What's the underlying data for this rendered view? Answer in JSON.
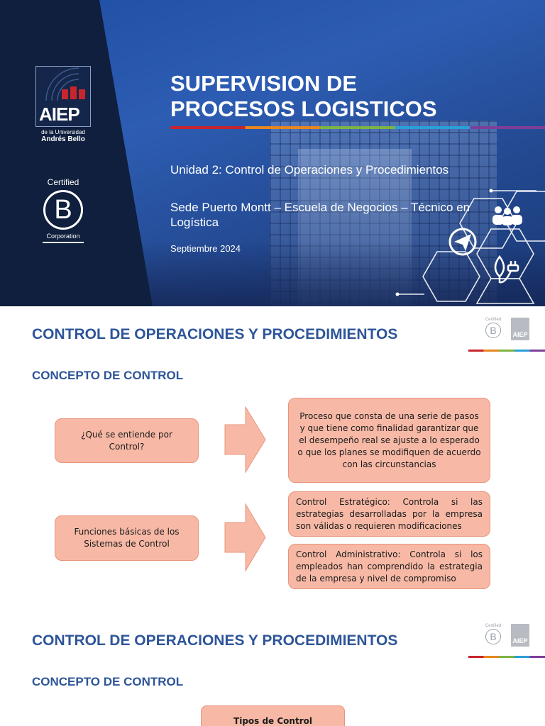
{
  "slide1": {
    "logo": {
      "brand": "AIEP",
      "sub1": "de la Universidad",
      "sub2": "Andrés Bello"
    },
    "bcorp": {
      "certified": "Certified",
      "letter": "B",
      "corporation": "Corporation"
    },
    "title_line1": "SUPERVISION DE",
    "title_line2": "PROCESOS LOGISTICOS",
    "unit": "Unidad 2: Control de Operaciones y Procedimientos",
    "sede": "Sede Puerto Montt – Escuela de Negocios – Técnico en Logística",
    "date": "Septiembre 2024",
    "colors": {
      "title_bg": "#1f4ea3",
      "left_panel": "#0f1f3d",
      "logo_red": "#c8252c"
    }
  },
  "slide2": {
    "title": "CONTROL DE OPERACIONES Y PROCEDIMIENTOS",
    "subtitle": "CONCEPTO DE CONTROL",
    "q1": "¿Qué se entiende por Control?",
    "a1": "Proceso que consta de una serie de pasos y que tiene como finalidad garantizar que el desempeño real se ajuste a lo esperado o que los planes se modifiquen de acuerdo con las circunstancias",
    "q2": "Funciones básicas de los Sistemas de Control",
    "a2a": "Control Estratégico: Controla si las estrategias desarrolladas por la empresa son válidas o requieren modificaciones",
    "a2b": "Control Administrativo: Controla si los empleados han comprendido la estrategia de la empresa y nivel de compromiso",
    "colors": {
      "heading": "#2e5599",
      "box_fill": "#f7b9a6",
      "arrow_fill": "#f7b9a6"
    }
  },
  "slide3": {
    "title": "CONTROL DE OPERACIONES Y PROCEDIMIENTOS",
    "subtitle": "CONCEPTO DE CONTROL",
    "tipos": "Tipos de Control"
  },
  "mini_logos": {
    "certified": "Certified",
    "letter": "B",
    "aiep": "AIEP"
  }
}
